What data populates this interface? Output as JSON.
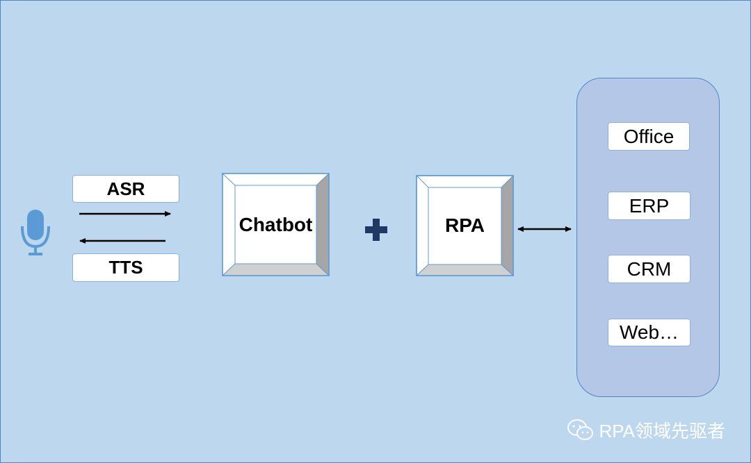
{
  "diagram": {
    "input": {
      "asr_label": "ASR",
      "tts_label": "TTS"
    },
    "core": {
      "chatbot_label": "Chatbot",
      "rpa_label": "RPA"
    },
    "systems": {
      "items": [
        "Office",
        "ERP",
        "CRM",
        "Web…"
      ]
    },
    "watermark": {
      "text": "RPA领域先驱者"
    },
    "colors": {
      "background": "#bdd7ee",
      "panel": "#b4c7e7",
      "panel_border": "#4f86c6",
      "mic": "#5b9bd5",
      "plus": "#1f3864"
    }
  }
}
